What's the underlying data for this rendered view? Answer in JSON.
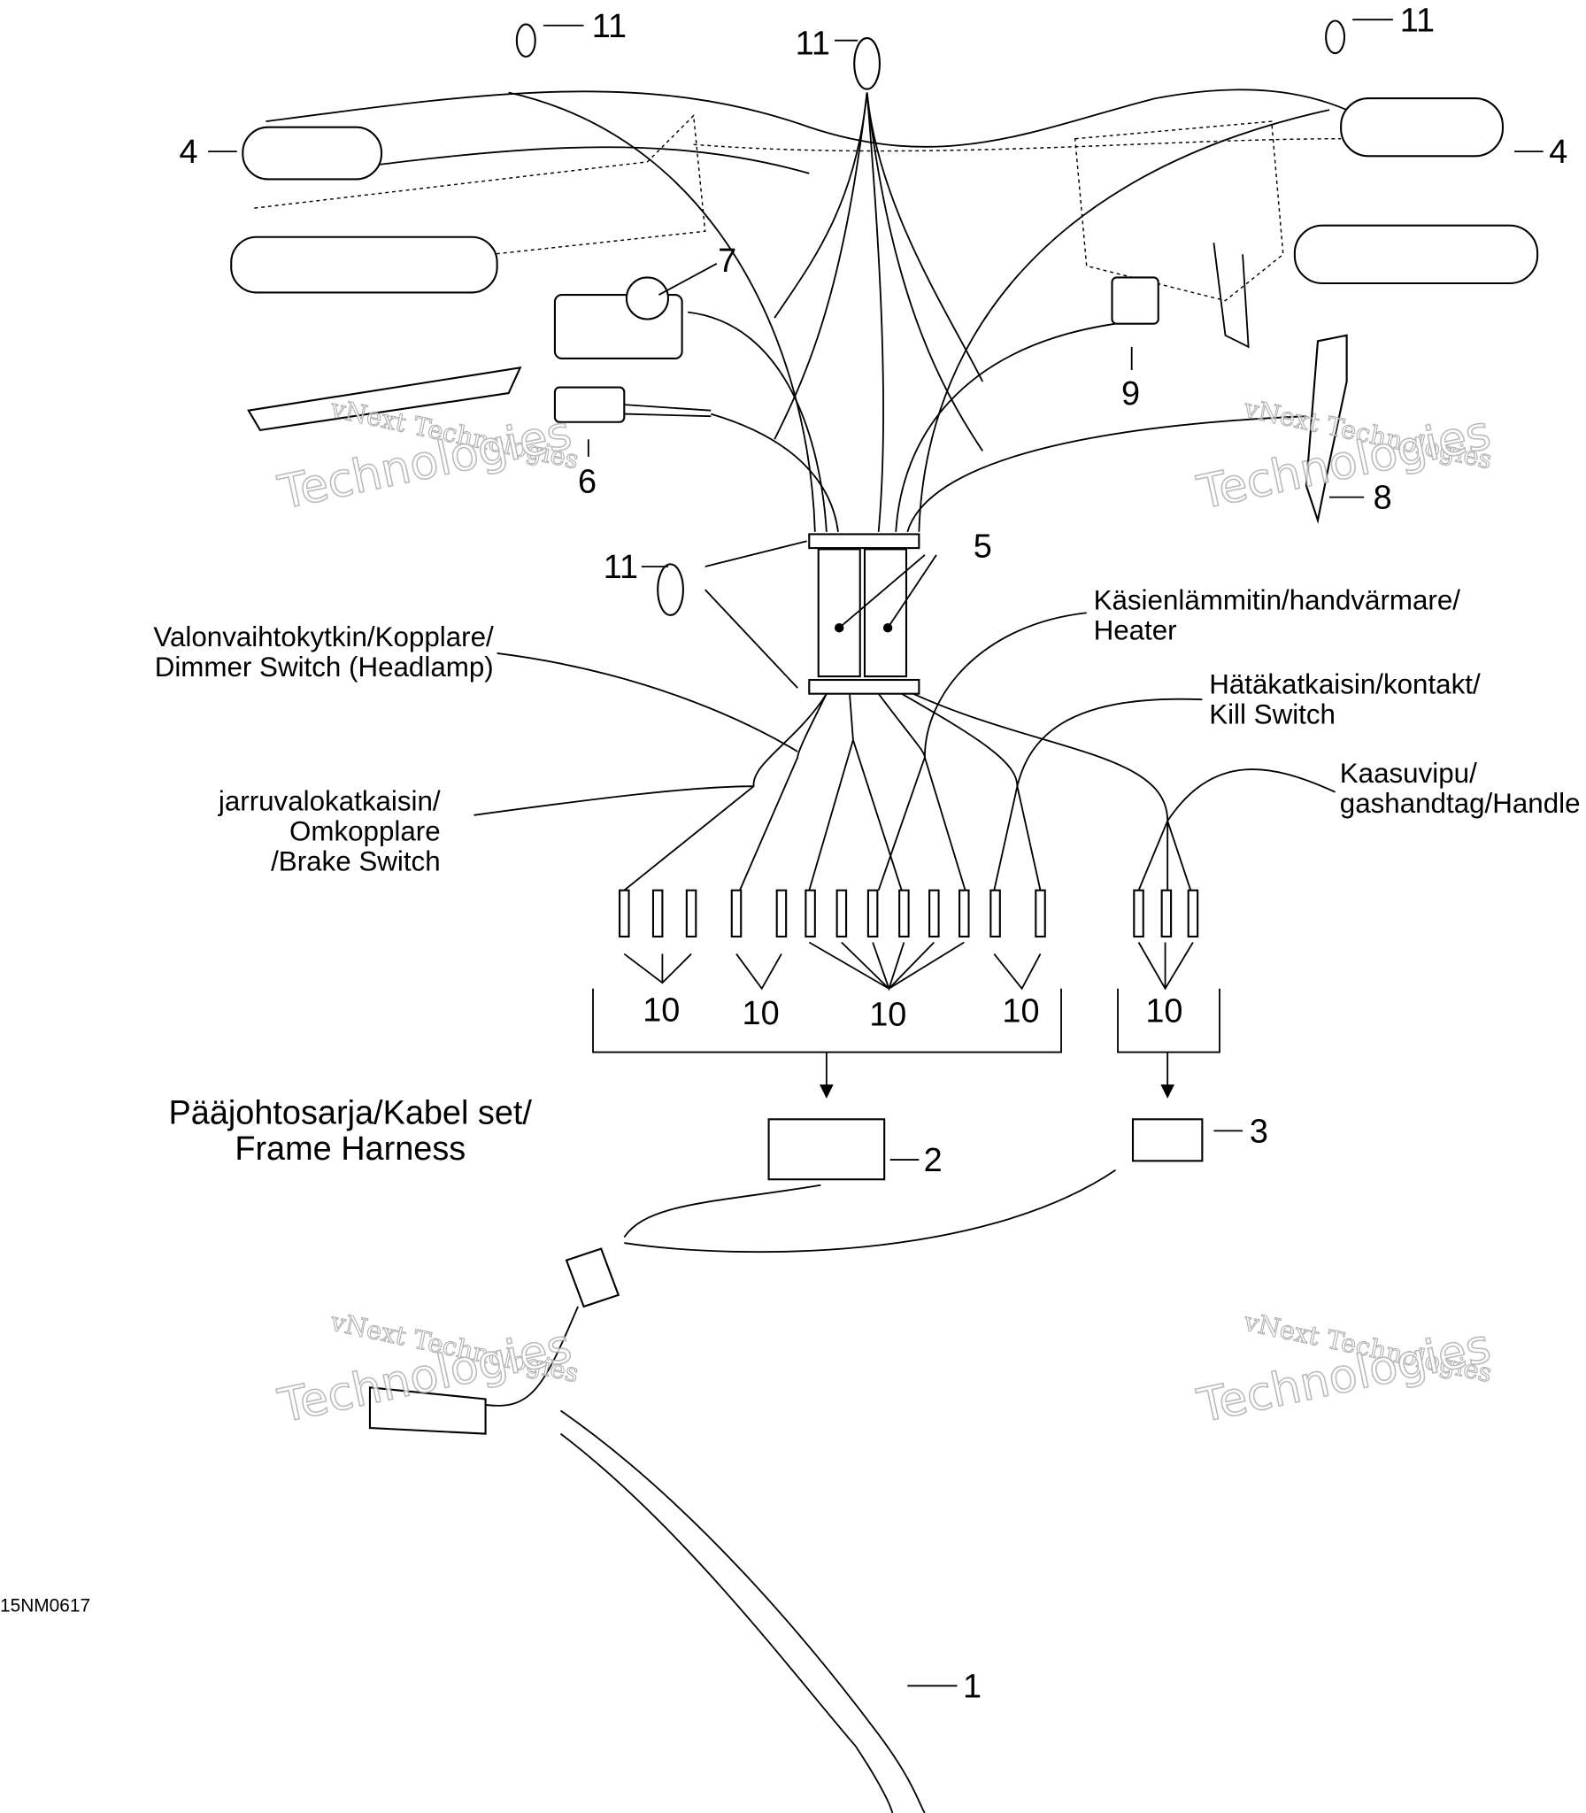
{
  "diagram": {
    "drawing_code": "15NM0617",
    "title_lines": [
      "Pääjohtosarja/Kabel set/",
      "Frame Harness"
    ],
    "callouts": {
      "tie_left": "11",
      "tie_center": "11",
      "tie_right": "11",
      "tie_mid": "11",
      "grip_left": "4",
      "grip_right": "4",
      "part7": "7",
      "part9": "9",
      "part6": "6",
      "part8": "8",
      "part5": "5",
      "part2": "2",
      "part3": "3",
      "part1": "1",
      "terminals": [
        "10",
        "10",
        "10",
        "10",
        "10"
      ]
    },
    "labels": {
      "dimmer": [
        "Valonvaihtokytkin/Kopplare/",
        "Dimmer Switch (Headlamp)"
      ],
      "heater": [
        "Käsienlämmitin/handvärmare/",
        "Heater"
      ],
      "kill": [
        "Hätäkatkaisin/kontakt/",
        "Kill Switch"
      ],
      "throttle": [
        "Kaasuvipu/",
        "gashandtag/Handle"
      ],
      "brake": [
        "jarruvalokatkaisin/",
        "Omkopplare",
        "/Brake Switch"
      ]
    },
    "watermark": [
      "vNext Technologies",
      "vNext",
      "Technologies"
    ]
  }
}
